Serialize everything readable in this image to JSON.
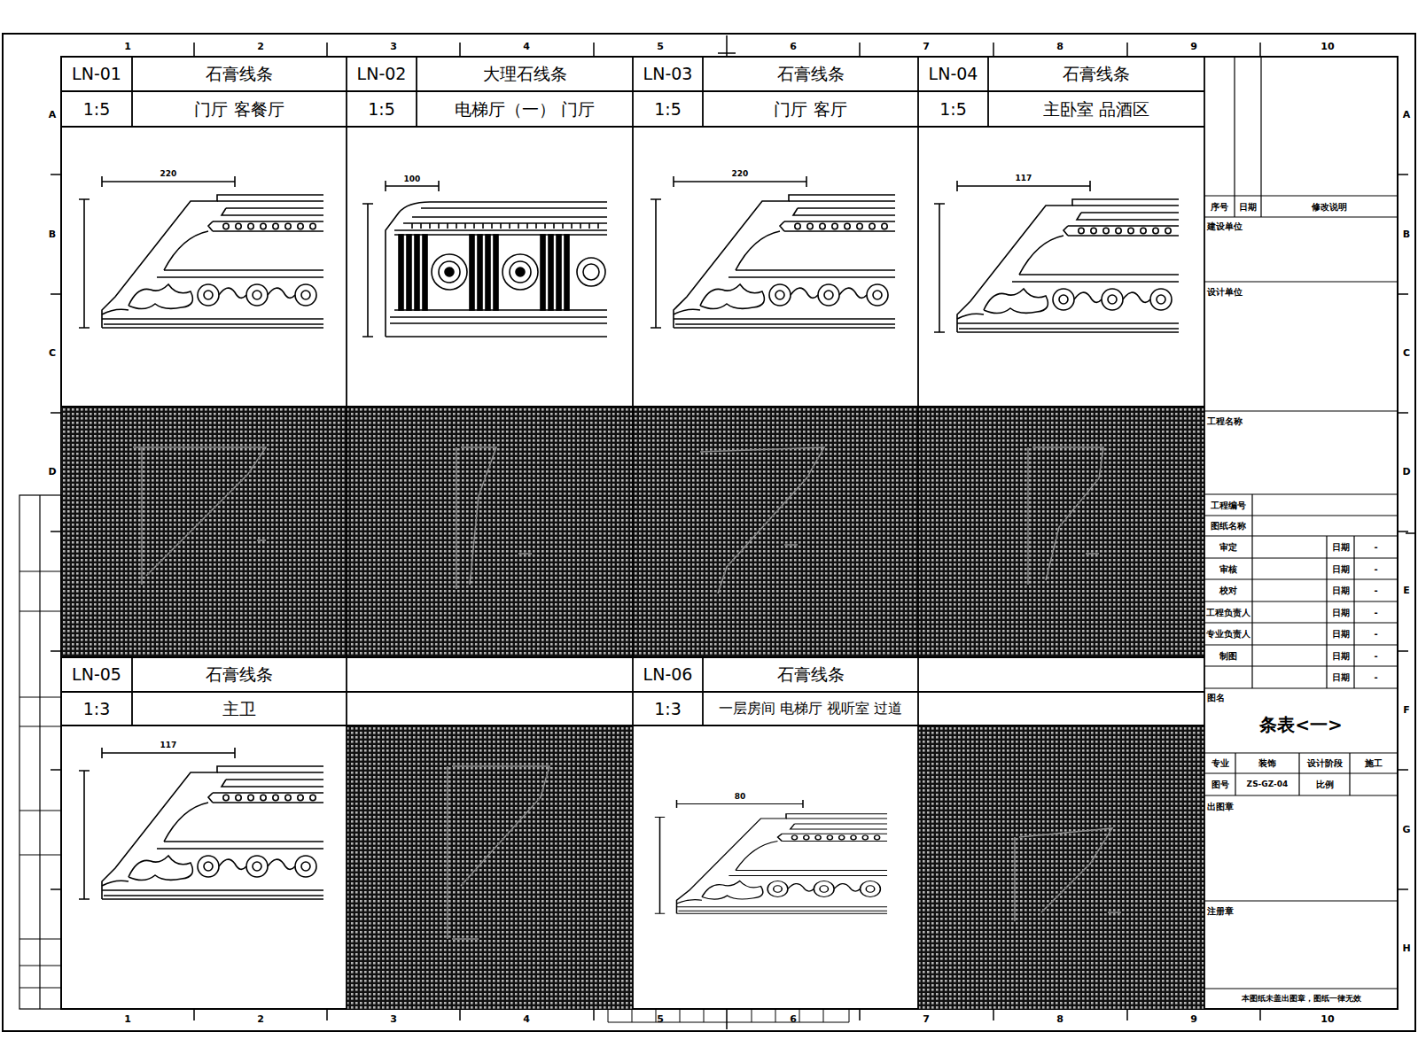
{
  "diagram": {
    "labels": [
      "LN-01",
      "石膏线条",
      "1:5",
      "门厅 客餐厅",
      "LN-02",
      "大理石线条",
      "1:5",
      "电梯厅（一） 门厅",
      "LN-03",
      "石膏线条",
      "1:5",
      "门厅 客厅",
      "LN-04",
      "石膏线条",
      "1:5",
      "主卧室 品酒区",
      "LN-05",
      "石膏线条",
      "1:3",
      "主卫",
      "LN-06",
      "石膏线条",
      "1:3",
      "一层房间 电梯厅 视听室 过道",
      "220",
      "100",
      "220",
      "117",
      "117",
      "80",
      "1",
      "2",
      "3",
      "4",
      "5",
      "6",
      "7",
      "8",
      "9",
      "10",
      "1",
      "2",
      "3",
      "4",
      "5",
      "6",
      "7",
      "8",
      "9",
      "10",
      "A",
      "B",
      "C",
      "D",
      "A",
      "B",
      "C",
      "D",
      "E",
      "F",
      "G",
      "H",
      "序号",
      "日期",
      "修改说明",
      "建设单位",
      "设计单位",
      "工程名称",
      "工程编号",
      "图纸名称",
      "审定",
      "日期",
      "-",
      "审核",
      "日期",
      "-",
      "校对",
      "日期",
      "-",
      "工程负责人",
      "日期",
      "-",
      "专业负责人",
      "日期",
      "-",
      "制图",
      "日期",
      "-",
      "日期",
      "-",
      "图名",
      "条表<一>",
      "专业",
      "装饰",
      "设计阶段",
      "施工",
      "图号",
      "ZS-GZ-04",
      "比例",
      "出图章",
      "注册章",
      "本图纸未盖出图章，图纸一律无效"
    ]
  }
}
